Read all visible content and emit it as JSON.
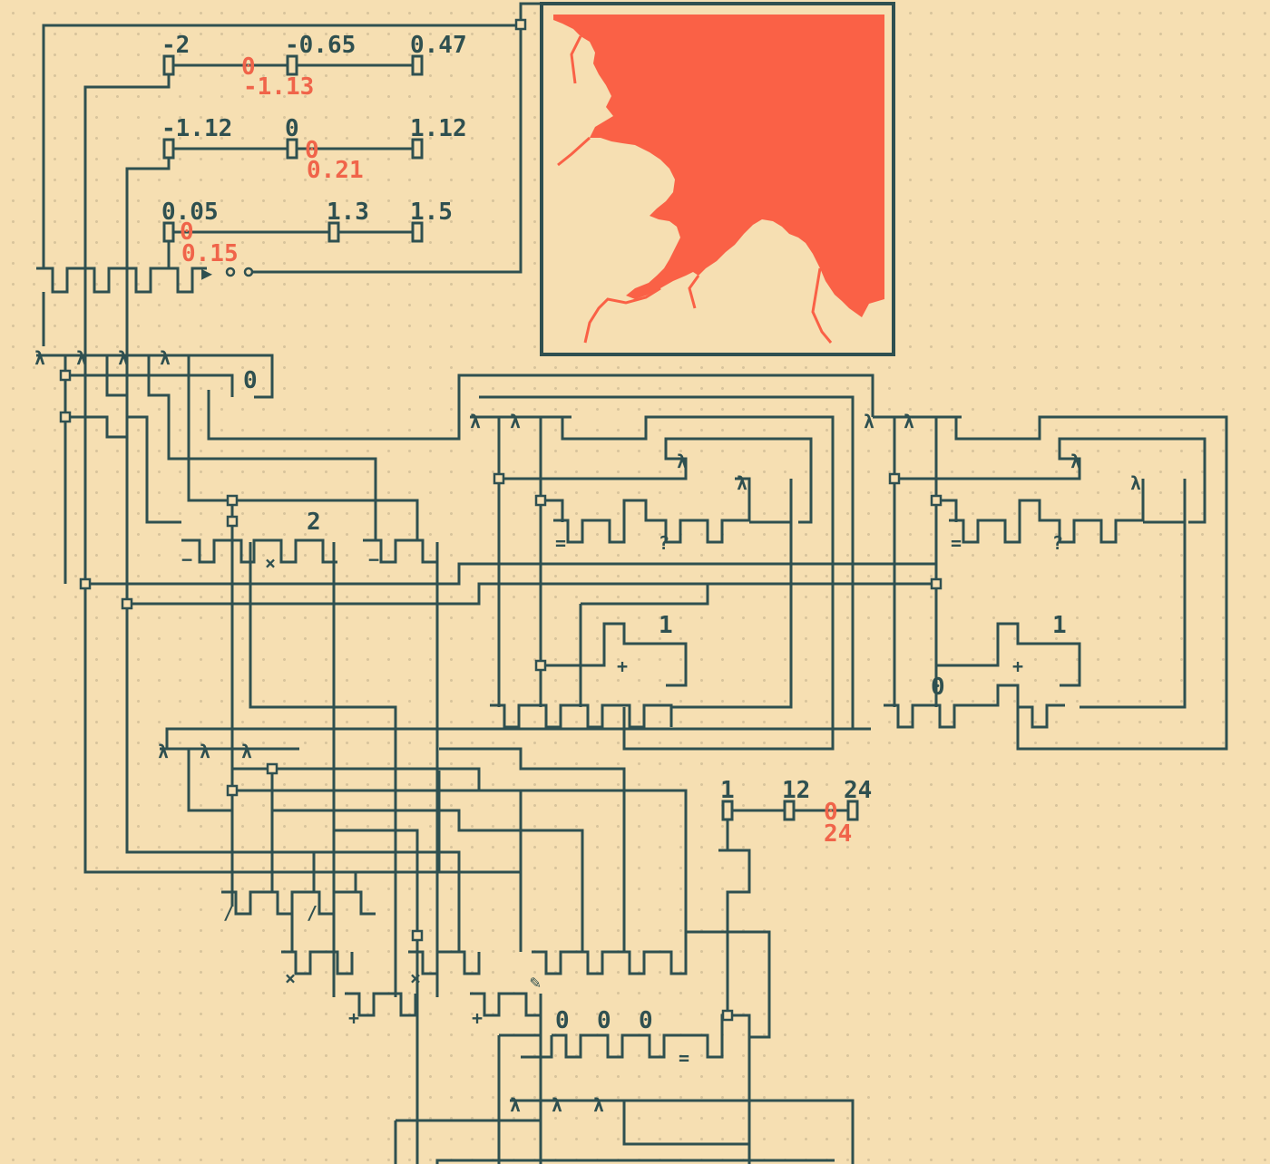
{
  "sliders": [
    {
      "min": "-2",
      "max": "0.47",
      "mid": "-0.65",
      "value": "-1.13",
      "knob_value": "0"
    },
    {
      "min": "-1.12",
      "max": "1.12",
      "mid": "0",
      "value": "0.21",
      "knob_value": "0"
    },
    {
      "min": "0.05",
      "max": "1.5",
      "mid": "1.3",
      "value": "0.15",
      "knob_value": "0"
    },
    {
      "min": "1",
      "max": "24",
      "mid": "12",
      "value": "24",
      "knob_value": "0"
    }
  ],
  "constants": {
    "zero": "0",
    "one": "1",
    "two": "2"
  },
  "operators": {
    "minus": "−",
    "times": "×",
    "plus": "+",
    "divide": "/",
    "equals": "=",
    "question": "?",
    "lambda": "λ",
    "play": "▶",
    "pencil": "✎"
  },
  "colors": {
    "wire": "#2f5050",
    "accent": "#f0644a",
    "background": "#f6dfb2",
    "dots": "#d8c49c"
  },
  "preview": {
    "fill": "#fa6146",
    "shape": "mandelbrot-fractal"
  }
}
